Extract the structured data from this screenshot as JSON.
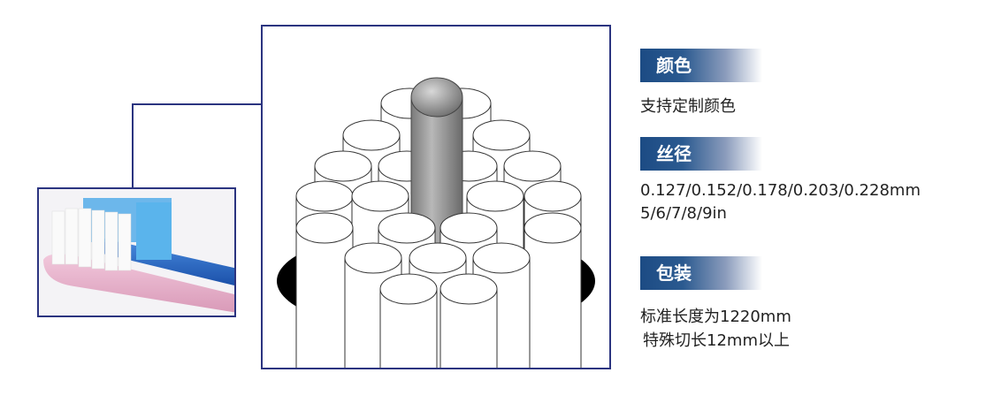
{
  "sections": [
    {
      "title": "颜色",
      "lines": [
        "支持定制颜色"
      ]
    },
    {
      "title": "丝径",
      "lines": [
        "0.127/0.152/0.178/0.203/0.228mm",
        "5/6/7/8/9in"
      ]
    },
    {
      "title": "包装",
      "lines": [
        "标准长度为1220mm",
        "特殊切长12mm以上"
      ]
    }
  ],
  "colors": {
    "accent": "#1c4b84",
    "frame": "#2b3480"
  }
}
